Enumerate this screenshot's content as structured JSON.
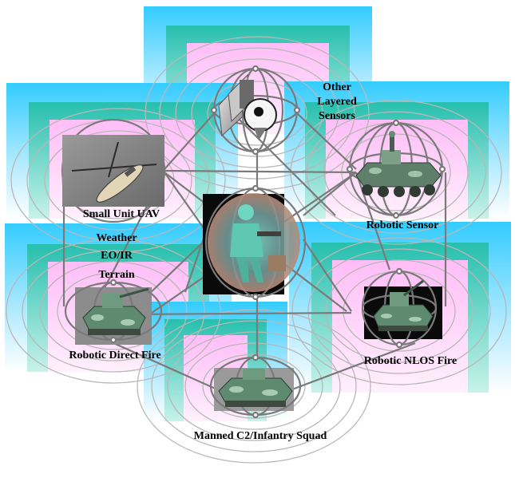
{
  "nodes": {
    "other_sensors": {
      "line1": "Other",
      "line2": "Layered",
      "line3": "Sensors"
    },
    "small_uav": {
      "label": "Small Unit UAV"
    },
    "robotic_sensor": {
      "label": "Robotic Sensor"
    },
    "environment": {
      "line1": "Weather",
      "line2": "EO/IR",
      "line3": "Terrain"
    },
    "robotic_direct_fire": {
      "label": "Robotic Direct Fire"
    },
    "robotic_nlos_fire": {
      "label": "Robotic NLOS Fire"
    },
    "manned_c2": {
      "label": "Manned C2/Infantry Squad"
    }
  },
  "colors": {
    "panel_outer": "#33ccff",
    "panel_mid": "#2ec4b0",
    "panel_inner": "#ffccff",
    "ripple": "#b0b0b0",
    "network_line": "#7a7a7a",
    "camo_dark": "#3d5a4a",
    "camo_light": "#9fc2a8"
  },
  "icons": {
    "uav": "helicopter-icon",
    "sensor_dish": "sensor-icon",
    "sensor_robot": "robotic-sensor-vehicle-icon",
    "soldier": "soldier-icon",
    "direct_fire": "robotic-direct-fire-vehicle-icon",
    "nlos_fire": "robotic-nlos-fire-vehicle-icon",
    "c2_vehicle": "manned-c2-vehicle-icon"
  }
}
